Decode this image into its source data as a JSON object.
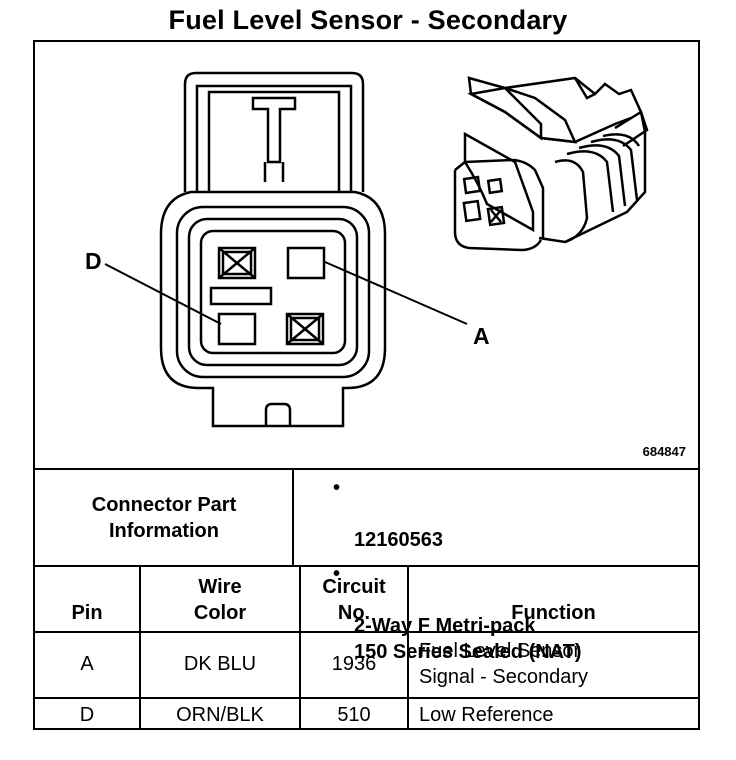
{
  "title": "Fuel Level Sensor - Secondary",
  "figure_id": "684847",
  "pin_labels": {
    "d": "D",
    "a": "A"
  },
  "connector_part_information": {
    "heading": "Connector Part\nInformation",
    "items": [
      {
        "bullet": "•",
        "text": "12160563"
      },
      {
        "bullet": "•",
        "text": "2-Way F Metri-pack\n150 Series Sealed (NAT)"
      }
    ]
  },
  "table": {
    "headers": {
      "pin": "Pin",
      "wire_color": "Wire\nColor",
      "circuit_no": "Circuit\nNo.",
      "function": "Function"
    },
    "rows": [
      {
        "pin": "A",
        "wire_color": "DK BLU",
        "circuit_no": "1936",
        "function": "Fuel Level Sensor\nSignal - Secondary"
      },
      {
        "pin": "D",
        "wire_color": "ORN/BLK",
        "circuit_no": "510",
        "function": "Low Reference"
      }
    ]
  }
}
